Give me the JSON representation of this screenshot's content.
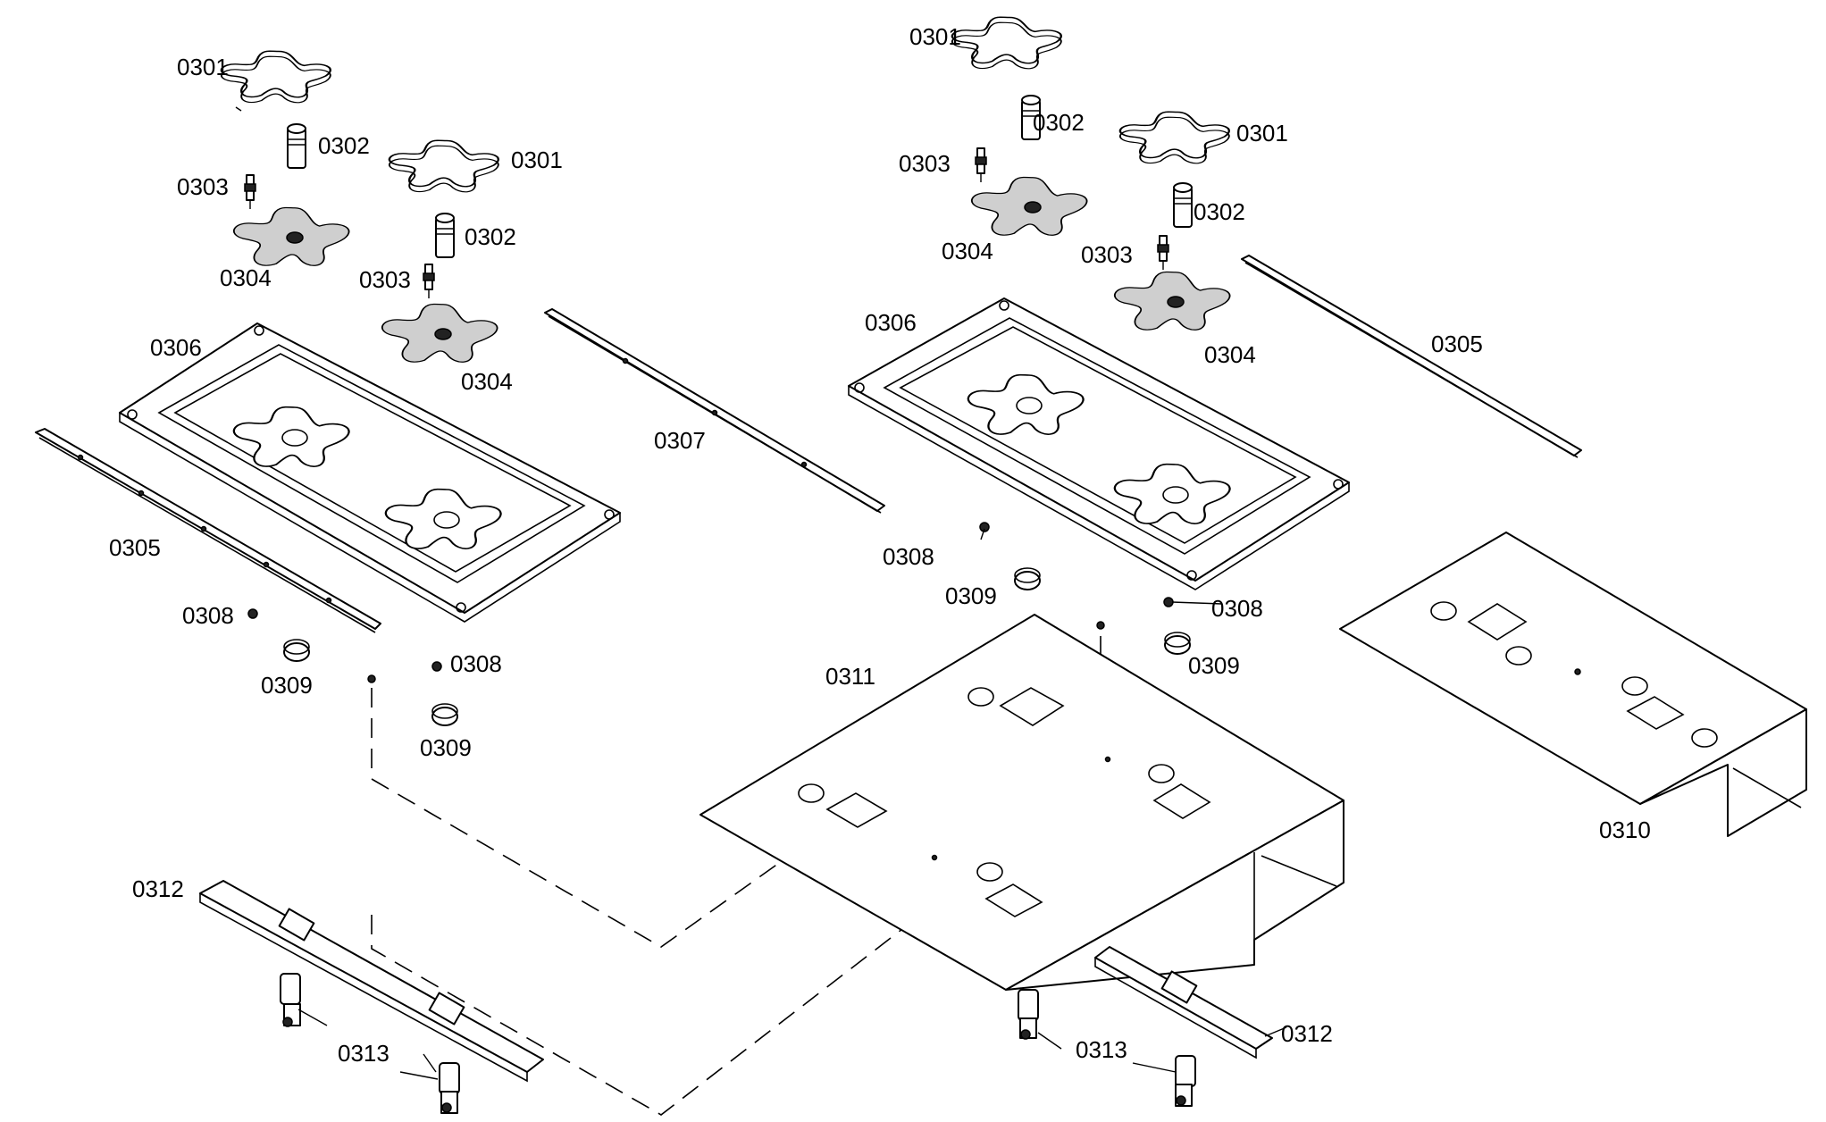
{
  "labels": {
    "p0301": "0301",
    "p0302": "0302",
    "p0303": "0303",
    "p0304": "0304",
    "p0305": "0305",
    "p0306": "0306",
    "p0307": "0307",
    "p0308": "0308",
    "p0309": "0309",
    "p0310": "0310",
    "p0311": "0311",
    "p0312": "0312",
    "p0313": "0313"
  }
}
